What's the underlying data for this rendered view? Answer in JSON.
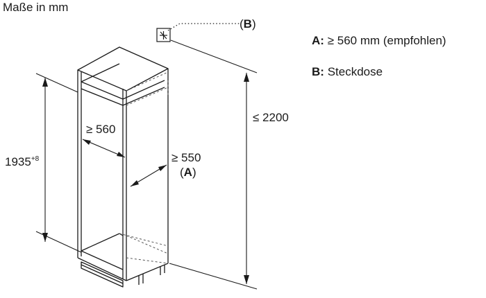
{
  "title": "Maße in mm",
  "legend": [
    {
      "key": "A:",
      "text": "≥ 560 mm (empfohlen)"
    },
    {
      "key": "B:",
      "text": "Steckdose"
    }
  ],
  "callout": {
    "open": "(",
    "key": "B",
    "close": ")"
  },
  "dimensions": {
    "height_total": "≤ 2200",
    "niche_height_base": "1935",
    "niche_height_tolerance": "+8",
    "width": "≥ 560",
    "depth": "≥ 550",
    "depth_ref_open": "(",
    "depth_ref_key": "A",
    "depth_ref_close": ")"
  },
  "colors": {
    "line": "#1a1a1a",
    "hidden_line": "#555555"
  }
}
